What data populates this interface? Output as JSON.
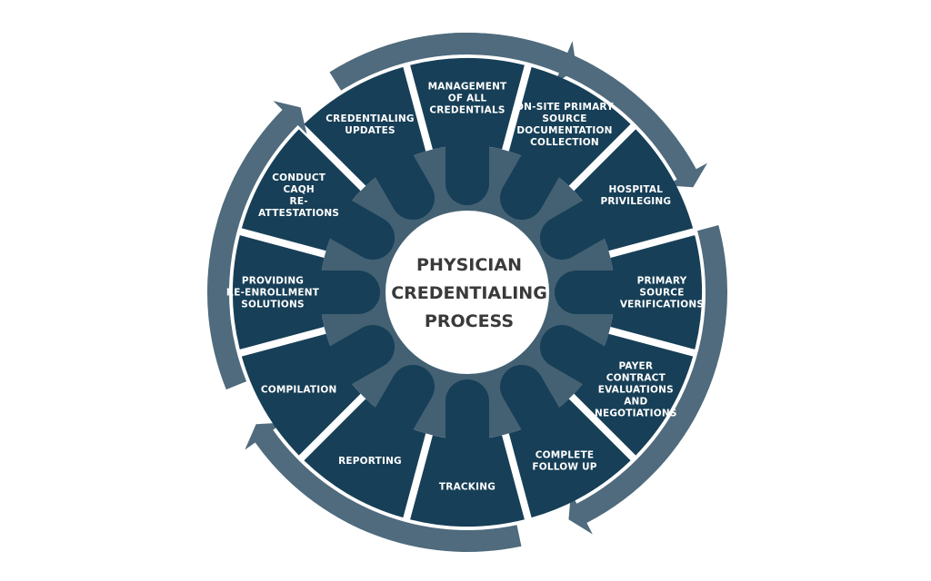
{
  "diagram": {
    "center_lines": [
      "PHYSICIAN",
      "CREDENTIALING",
      "PROCESS"
    ],
    "segments": [
      {
        "lines": [
          "ON-SITE PRIMARY",
          "SOURCE",
          "DOCUMENTATION",
          "COLLECTION"
        ]
      },
      {
        "lines": [
          "HOSPITAL",
          "PRIVILEGING"
        ]
      },
      {
        "lines": [
          "PRIMARY",
          "SOURCE",
          "VERIFICATIONS"
        ]
      },
      {
        "lines": [
          "PAYER",
          "CONTRACT",
          "EVALUATIONS",
          "AND",
          "NEGOTIATIONS"
        ]
      },
      {
        "lines": [
          "COMPLETE",
          "FOLLOW UP"
        ]
      },
      {
        "lines": [
          "TRACKING"
        ]
      },
      {
        "lines": [
          "REPORTING"
        ]
      },
      {
        "lines": [
          "COMPILATION"
        ]
      },
      {
        "lines": [
          "PROVIDING",
          "RE-ENROLLMENT",
          "SOLUTIONS"
        ]
      },
      {
        "lines": [
          "CONDUCT",
          "CAQH",
          "RE-",
          "ATTESTATIONS"
        ]
      },
      {
        "lines": [
          "CREDENTIALING",
          "UPDATES"
        ]
      },
      {
        "lines": [
          "MANAGEMENT",
          "OF ALL",
          "CREDENTIALS"
        ]
      }
    ],
    "colors": {
      "segment": "#173f57",
      "ring": "#436173",
      "arrow": "#4f6b7d",
      "center_text": "#3a3a3a",
      "label_text": "#ffffff"
    }
  }
}
